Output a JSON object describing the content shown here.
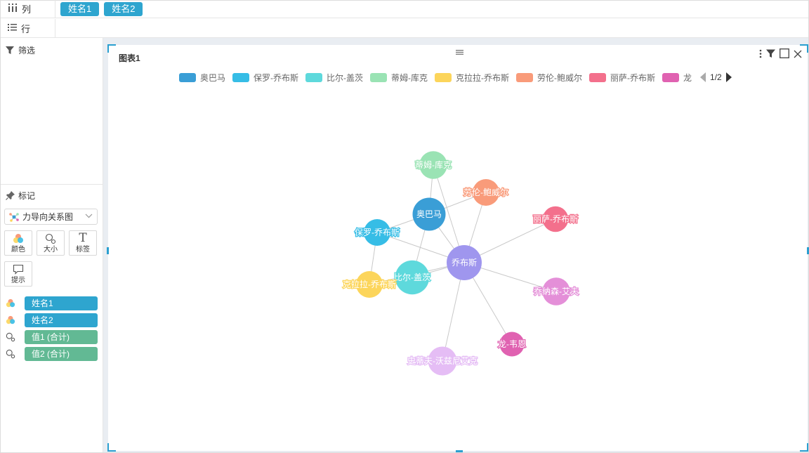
{
  "shelves": {
    "columns": {
      "label": "列",
      "fields": [
        "姓名1",
        "姓名2"
      ]
    },
    "rows": {
      "label": "行"
    }
  },
  "sidebar": {
    "filter_label": "筛选",
    "marks_label": "标记",
    "mark_type": "力导向关系图",
    "tools": [
      {
        "label": "颜色",
        "icon": "color-icon"
      },
      {
        "label": "大小",
        "icon": "size-icon"
      },
      {
        "label": "标签",
        "icon": "label-icon"
      },
      {
        "label": "提示",
        "icon": "tooltip-icon"
      }
    ],
    "fields": [
      {
        "label": "姓名1",
        "role": "color"
      },
      {
        "label": "姓名2",
        "role": "color"
      },
      {
        "label": "值1 (合计)",
        "role": "size"
      },
      {
        "label": "值2 (合计)",
        "role": "size"
      }
    ]
  },
  "chart": {
    "title": "图表1",
    "legend": [
      {
        "name": "奥巴马",
        "color": "#3a9ed6"
      },
      {
        "name": "保罗-乔布斯",
        "color": "#36bde6"
      },
      {
        "name": "比尔-盖茨",
        "color": "#5ed9dc"
      },
      {
        "name": "蒂姆-库克",
        "color": "#9ae3b4"
      },
      {
        "name": "克拉拉-乔布斯",
        "color": "#fcd55b"
      },
      {
        "name": "劳伦-鲍威尔",
        "color": "#f99b7a"
      },
      {
        "name": "丽萨-乔布斯",
        "color": "#f3708c"
      },
      {
        "name": "龙",
        "color": "#e062b1"
      }
    ],
    "pager": "1/2"
  },
  "chart_data": {
    "type": "force-graph",
    "nodes": [
      {
        "name": "乔布斯",
        "size": 1.0,
        "color": "#9f96ee"
      },
      {
        "name": "奥巴马",
        "size": 0.9,
        "color": "#3a9ed6"
      },
      {
        "name": "比尔-盖茨",
        "size": 0.95,
        "color": "#5ed9dc"
      },
      {
        "name": "保罗-乔布斯",
        "size": 0.6,
        "color": "#36bde6"
      },
      {
        "name": "蒂姆-库克",
        "size": 0.65,
        "color": "#9ae3b4"
      },
      {
        "name": "劳伦-鲍威尔",
        "size": 0.6,
        "color": "#f99b7a"
      },
      {
        "name": "丽萨-乔布斯",
        "size": 0.55,
        "color": "#f3708c"
      },
      {
        "name": "克拉拉-乔布斯",
        "size": 0.6,
        "color": "#fcd55b"
      },
      {
        "name": "乔纳森-艾夫",
        "size": 0.65,
        "color": "#e48fd8"
      },
      {
        "name": "龙-韦恩",
        "size": 0.5,
        "color": "#e062b1"
      },
      {
        "name": "史蒂夫-沃兹尼艾克",
        "size": 0.7,
        "color": "#e5bdf5"
      }
    ],
    "links": [
      [
        "乔布斯",
        "奥巴马"
      ],
      [
        "乔布斯",
        "比尔-盖茨"
      ],
      [
        "乔布斯",
        "保罗-乔布斯"
      ],
      [
        "乔布斯",
        "蒂姆-库克"
      ],
      [
        "乔布斯",
        "劳伦-鲍威尔"
      ],
      [
        "乔布斯",
        "丽萨-乔布斯"
      ],
      [
        "乔布斯",
        "克拉拉-乔布斯"
      ],
      [
        "乔布斯",
        "乔纳森-艾夫"
      ],
      [
        "乔布斯",
        "龙-韦恩"
      ],
      [
        "乔布斯",
        "史蒂夫-沃兹尼艾克"
      ],
      [
        "奥巴马",
        "比尔-盖茨"
      ],
      [
        "奥巴马",
        "保罗-乔布斯"
      ],
      [
        "奥巴马",
        "劳伦-鲍威尔"
      ],
      [
        "奥巴马",
        "蒂姆-库克"
      ],
      [
        "比尔-盖茨",
        "克拉拉-乔布斯"
      ],
      [
        "保罗-乔布斯",
        "克拉拉-乔布斯"
      ]
    ]
  }
}
